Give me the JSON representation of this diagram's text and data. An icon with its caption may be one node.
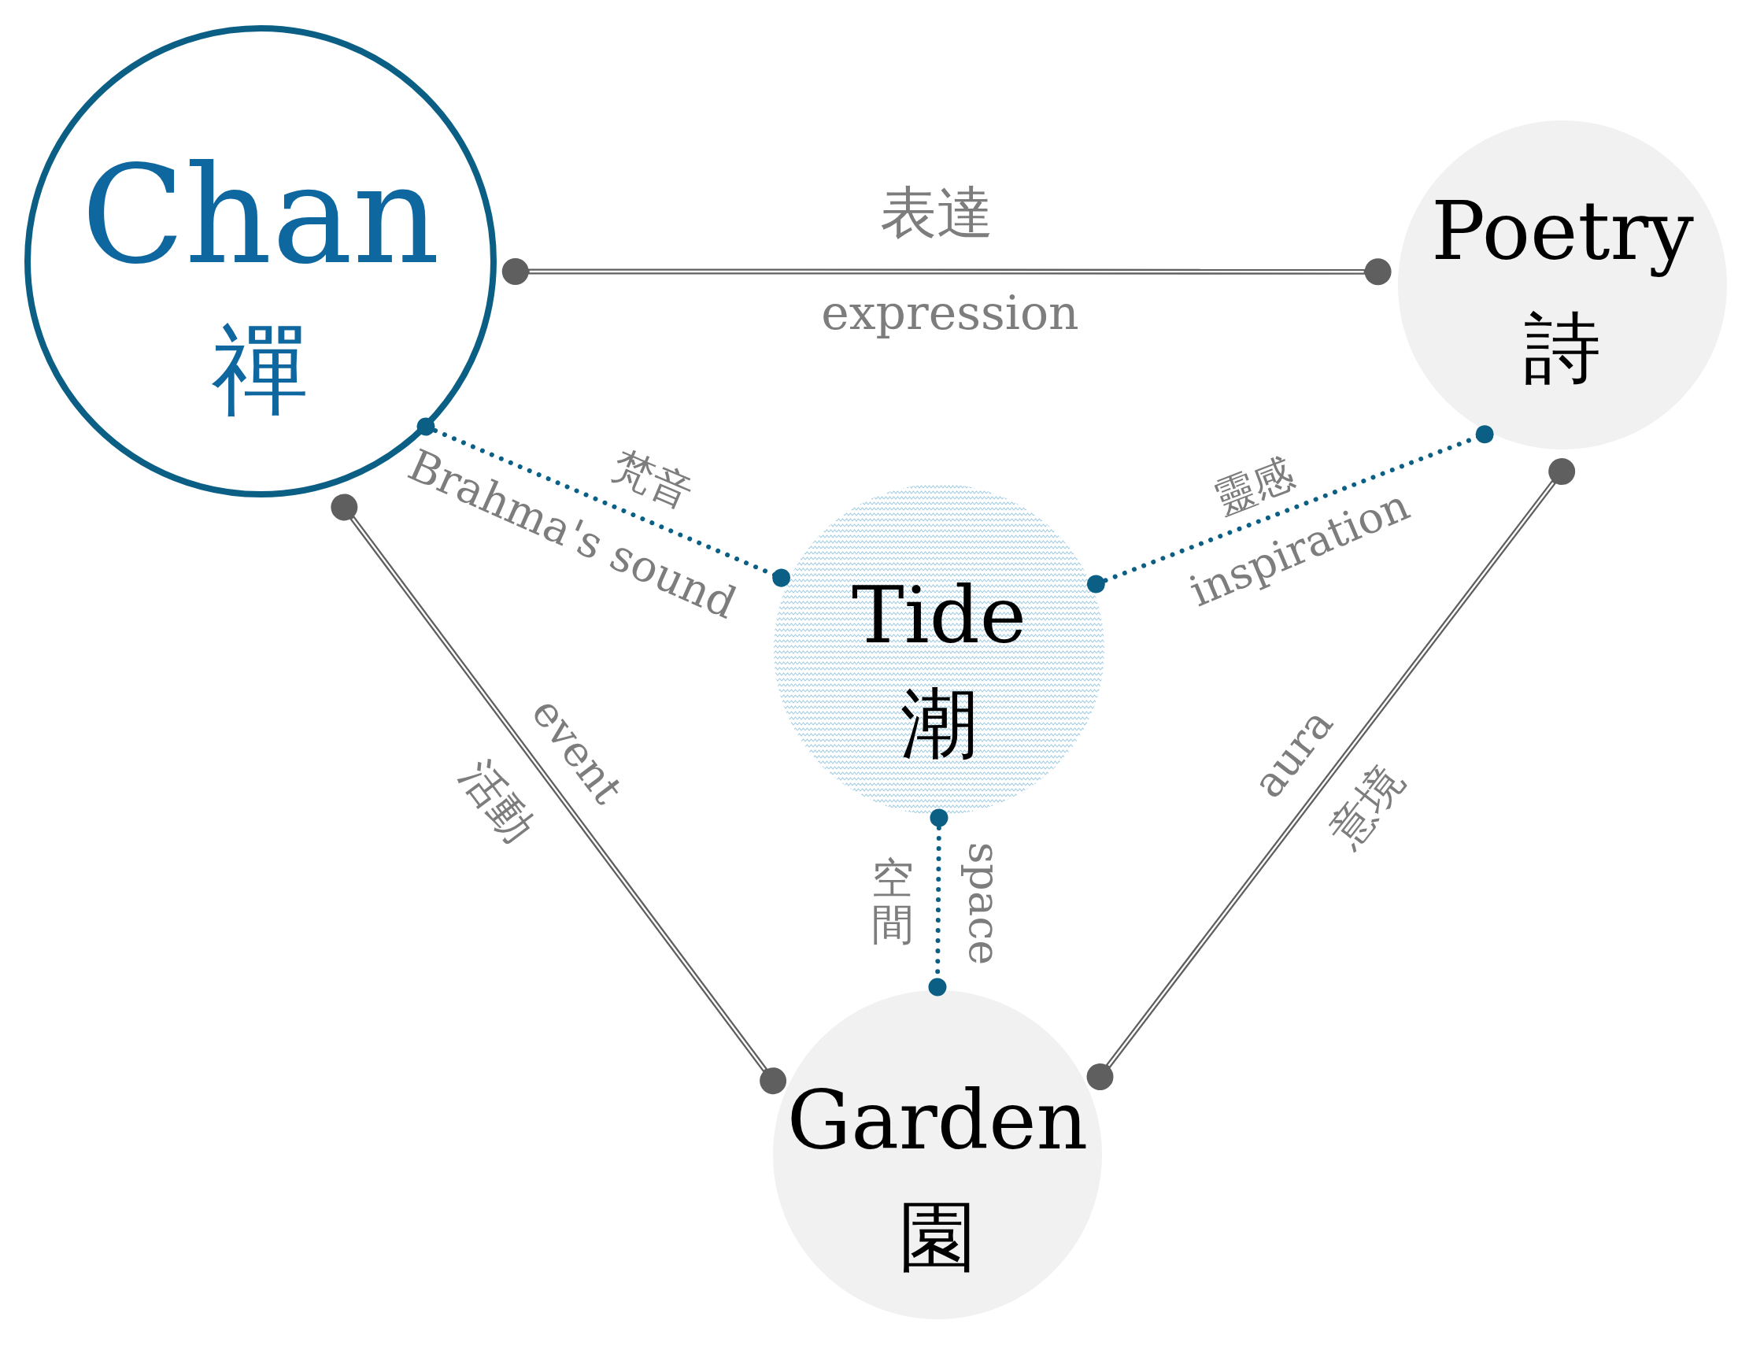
{
  "diagram": {
    "nodes": [
      {
        "text": [
          "Chan",
          "禪"
        ]
      },
      {
        "text": [
          "Poetry",
          "詩"
        ]
      },
      {
        "text": [
          "Tide",
          "潮"
        ]
      },
      {
        "text": [
          "Garden",
          "園"
        ]
      }
    ],
    "edges": [
      {
        "from": 0,
        "to": 1,
        "arrow": "other",
        "label": "表達"
      },
      {
        "from": 0,
        "to": 2,
        "arrow": "other",
        "label": "梵音",
        "style": "dashed",
        "color": "#0b5f85"
      },
      {
        "from": 2,
        "to": 1,
        "arrow": "other",
        "label": "靈感",
        "style": "dashed",
        "color": "#0b5f85"
      },
      {
        "from": 0,
        "to": 3,
        "arrow": "other",
        "label": "活動"
      },
      {
        "from": 1,
        "to": 3,
        "arrow": "other",
        "label": "意境"
      },
      {
        "from": 2,
        "to": 3,
        "arrow": "other",
        "label": "空間",
        "style": "dashed",
        "color": "#0b5f85"
      }
    ],
    "labels": [
      "expression",
      "Brahma's sound",
      "inspiration",
      "event",
      "aura",
      "space"
    ]
  }
}
